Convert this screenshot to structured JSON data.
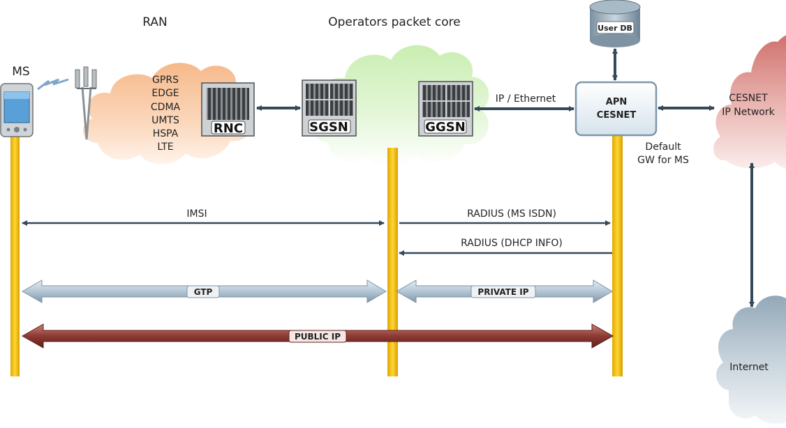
{
  "headings": {
    "ran": "RAN",
    "core": "Operators packet core"
  },
  "ms_label": "MS",
  "technologies": [
    "GPRS",
    "EDGE",
    "CDMA",
    "UMTS",
    "HSPA",
    "LTE"
  ],
  "devices": {
    "rnc": "RNC",
    "sgsn": "SGSN",
    "ggsn": "GGSN"
  },
  "ip_ethernet": "IP / Ethernet",
  "apn": {
    "line1": "APN",
    "line2": "CESNET"
  },
  "user_db": "User DB",
  "default_gw": {
    "line1": "Default",
    "line2": "GW for MS"
  },
  "cesnet_cloud": {
    "line1": "CESNET",
    "line2": "IP Network"
  },
  "internet": "Internet",
  "flows": {
    "imsi": "IMSI",
    "radius_isdn": "RADIUS (MS ISDN)",
    "radius_dhcp": "RADIUS (DHCP INFO)",
    "gtp": "GTP",
    "private_ip": "PRIVATE IP",
    "public_ip": "PUBLIC IP"
  },
  "colors": {
    "ran_cloud": "#f7c9a0",
    "core_cloud": "#d7f2bf",
    "cesnet_cloud": "#d98a8a",
    "internet_cloud": "#a9b9c6",
    "lifeline": "#f2c200",
    "arrow": "#34495a",
    "gtp_band": "#b7c9d8",
    "public_band": "#8e3a33"
  }
}
